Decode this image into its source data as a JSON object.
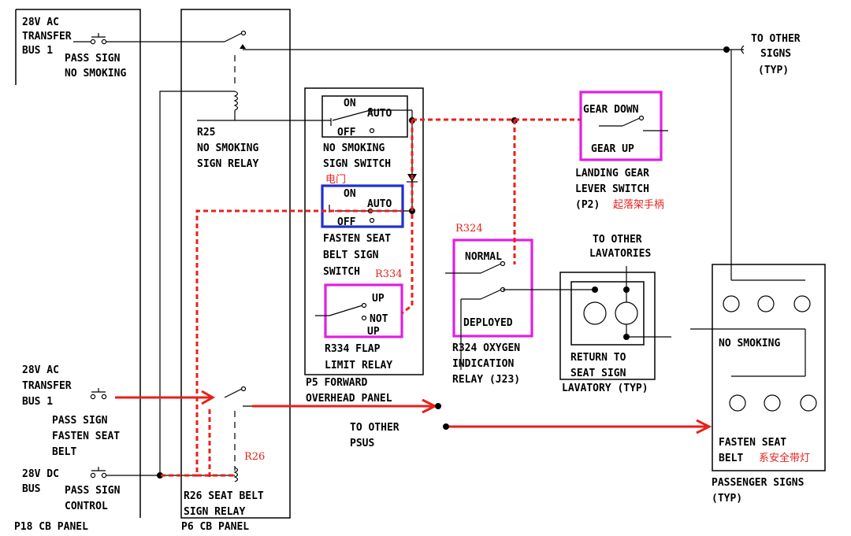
{
  "panels": {
    "p18": "P18 CB PANEL",
    "p6": "P6 CB PANEL",
    "p5_line1": "P5 FORWARD",
    "p5_line2": "OVERHEAD PANEL"
  },
  "buses": {
    "top": [
      "28V AC",
      "TRANSFER",
      "BUS 1"
    ],
    "top_sign": [
      "PASS SIGN",
      "NO SMOKING"
    ],
    "mid": [
      "28V AC",
      "TRANSFER",
      "BUS 1"
    ],
    "mid_sign": [
      "PASS SIGN",
      "FASTEN SEAT",
      "BELT"
    ],
    "dc": [
      "28V DC",
      "BUS"
    ],
    "dc_sign": [
      "PASS SIGN",
      "CONTROL"
    ]
  },
  "relays": {
    "r25": [
      "R25",
      "NO SMOKING",
      "SIGN RELAY"
    ],
    "r26": [
      "R26 SEAT BELT",
      "SIGN RELAY"
    ],
    "r334": [
      "R334 FLAP",
      "LIMIT RELAY"
    ],
    "r324": [
      "R324 OXYGEN",
      "INDICATION",
      "RELAY (J23)"
    ]
  },
  "switches": {
    "on": "ON",
    "auto": "AUTO",
    "off": "OFF",
    "no_smoking_switch": [
      "NO SMOKING",
      "SIGN SWITCH"
    ],
    "fasten_switch": [
      "FASTEN SEAT",
      "BELT SIGN",
      "SWITCH"
    ],
    "up": "UP",
    "not_up": [
      "NOT",
      "UP"
    ],
    "normal": "NORMAL",
    "deployed": "DEPLOYED",
    "gear_down": "GEAR DOWN",
    "gear_up": "GEAR UP",
    "landing_gear": [
      "LANDING GEAR",
      "LEVER SWITCH",
      "(P2)"
    ]
  },
  "signs": {
    "to_other_signs": [
      "TO OTHER",
      "SIGNS",
      "(TYP)"
    ],
    "to_other_lavs": [
      "TO OTHER",
      "LAVATORIES"
    ],
    "lavatory": [
      "RETURN TO",
      "SEAT SIGN",
      "LAVATORY (TYP)"
    ],
    "to_other_psus": [
      "TO OTHER",
      "PSUS"
    ],
    "no_smoking": "NO SMOKING",
    "fasten_seat": [
      "FASTEN SEAT",
      "BELT"
    ],
    "passenger_signs": [
      "PASSENGER SIGNS",
      "(TYP)"
    ]
  },
  "annotations": {
    "dianmen": "电门",
    "qiluojia": "起落架手柄",
    "r324": "R324",
    "r334": "R334",
    "r26": "R26",
    "xianquandai": "系安全带灯"
  }
}
